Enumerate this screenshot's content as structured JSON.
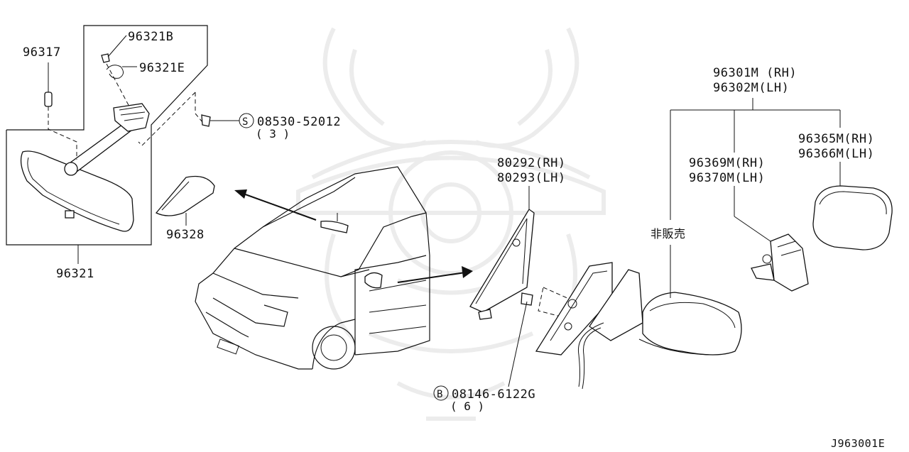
{
  "diagram_id": "J963001E",
  "labels": {
    "p96317": "96317",
    "p96321B": "96321B",
    "p96321E": "96321E",
    "screw_code": "08530-52012",
    "screw_symbol": "S",
    "screw_qty": "( 3 )",
    "p96328": "96328",
    "p96321": "96321",
    "p80292": "80292(RH)",
    "p80293": "80293(LH)",
    "bolt_symbol": "B",
    "bolt_code": "08146-6122G",
    "bolt_qty": "( 6 )",
    "not_sold": "非販売",
    "p96301M": "96301M (RH)",
    "p96302M": "96302M(LH)",
    "p96369M": "96369M(RH)",
    "p96370M": "96370M(LH)",
    "p96365M": "96365M(RH)",
    "p96366M": "96366M(LH)"
  }
}
